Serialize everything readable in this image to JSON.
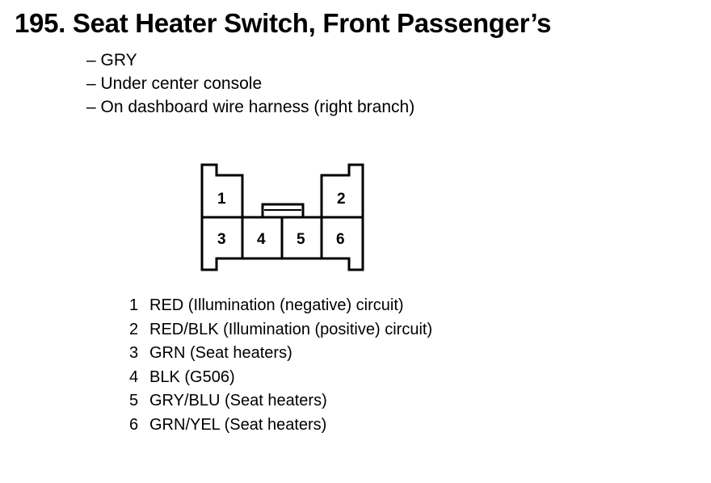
{
  "component": {
    "number_label": "195.",
    "title": "Seat Heater Switch, Front Passenger’s"
  },
  "details": [
    "GRY",
    "Under center console",
    "On dashboard wire harness (right branch)"
  ],
  "connector": {
    "pins": [
      {
        "number": "1",
        "wire": "RED (Illumination (negative) circuit)"
      },
      {
        "number": "2",
        "wire": "RED/BLK (Illumination (positive) circuit)"
      },
      {
        "number": "3",
        "wire": "GRN (Seat heaters)"
      },
      {
        "number": "4",
        "wire": "BLK (G506)"
      },
      {
        "number": "5",
        "wire": "GRY/BLU (Seat heaters)"
      },
      {
        "number": "6",
        "wire": "GRN/YEL (Seat heaters)"
      }
    ]
  }
}
